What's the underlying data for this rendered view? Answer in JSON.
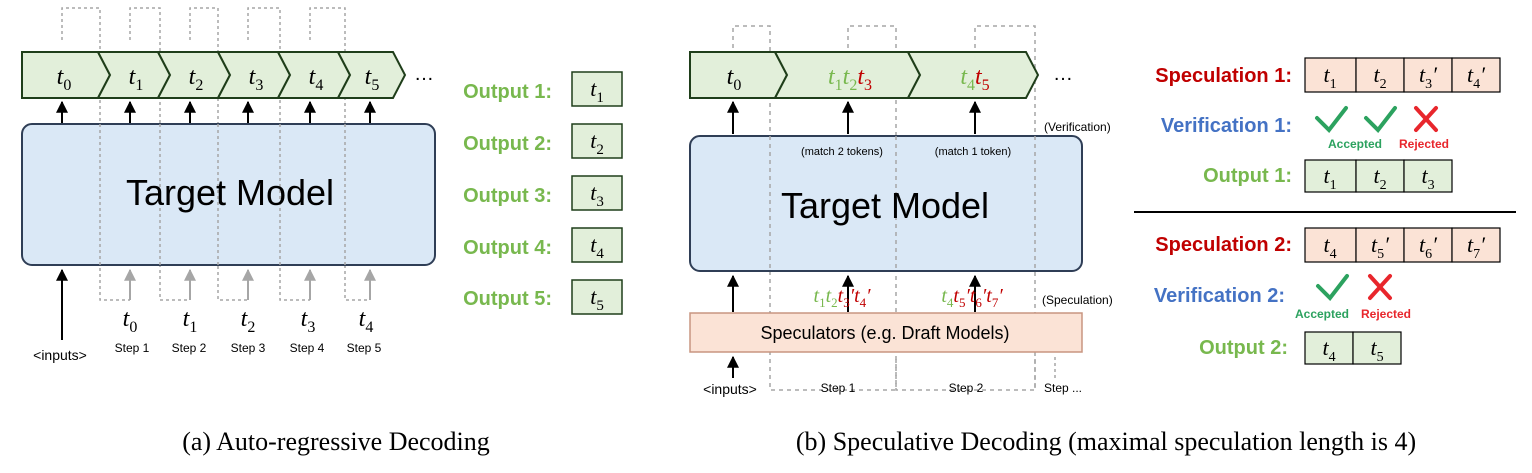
{
  "colors": {
    "green_text": "#78b84e",
    "red_text": "#c00000",
    "blue_text": "#4472c4",
    "token_fill": "#e2efda",
    "token_stroke": "#1f3e1a",
    "model_fill": "#dae8f6",
    "model_stroke": "#2f3e56",
    "spec_fill": "#fbe3d6",
    "spec_stroke": "#c89580",
    "check": "#2ca25f",
    "cross": "#e8262c",
    "dash": "#a6a6a6"
  },
  "icons": {
    "check": "check-icon",
    "cross": "cross-icon"
  },
  "autoregressive": {
    "model_label": "Target Model",
    "tokens": [
      "t0",
      "t1",
      "t2",
      "t3",
      "t4",
      "t5"
    ],
    "ellipsis": "…",
    "inputs_label": "<inputs>",
    "step_tokens": [
      "t0",
      "t1",
      "t2",
      "t3",
      "t4"
    ],
    "steps": [
      "Step 1",
      "Step 2",
      "Step 3",
      "Step 4",
      "Step 5"
    ],
    "outputs": [
      {
        "label": "Output 1:",
        "token": "t1"
      },
      {
        "label": "Output 2:",
        "token": "t2"
      },
      {
        "label": "Output 3:",
        "token": "t3"
      },
      {
        "label": "Output 4:",
        "token": "t4"
      },
      {
        "label": "Output 5:",
        "token": "t5"
      }
    ],
    "caption": "(a) Auto-regressive Decoding"
  },
  "speculative": {
    "model_label": "Target Model",
    "token_row": [
      "t0",
      "t1t2t3",
      "t4t5"
    ],
    "ellipsis": "…",
    "match_labels": [
      "(match 2 tokens)",
      "(match 1 token)"
    ],
    "verification_label": "(Verification)",
    "speculation_label": "(Speculation)",
    "draft_tokens": [
      "t1t2t3′t4′",
      "t4t5′t6′t7′"
    ],
    "speculators_label": "Speculators (e.g. Draft Models)",
    "inputs_label": "<inputs>",
    "steps": [
      "Step 1",
      "Step 2",
      "Step ..."
    ],
    "caption": "(b) Speculative Decoding (maximal speculation length is 4)",
    "round1": {
      "speculation_label": "Speculation 1:",
      "speculation_tokens": [
        "t1",
        "t2",
        "t3′",
        "t4′"
      ],
      "verification_label": "Verification 1:",
      "marks": [
        "Accepted",
        "Rejected"
      ],
      "output_label": "Output 1:",
      "output_tokens": [
        "t1",
        "t2",
        "t3"
      ]
    },
    "round2": {
      "speculation_label": "Speculation 2:",
      "speculation_tokens": [
        "t4",
        "t5′",
        "t6′",
        "t7′"
      ],
      "verification_label": "Verification 2:",
      "marks": [
        "Accepted",
        "Rejected"
      ],
      "output_label": "Output 2:",
      "output_tokens": [
        "t4",
        "t5"
      ]
    }
  }
}
